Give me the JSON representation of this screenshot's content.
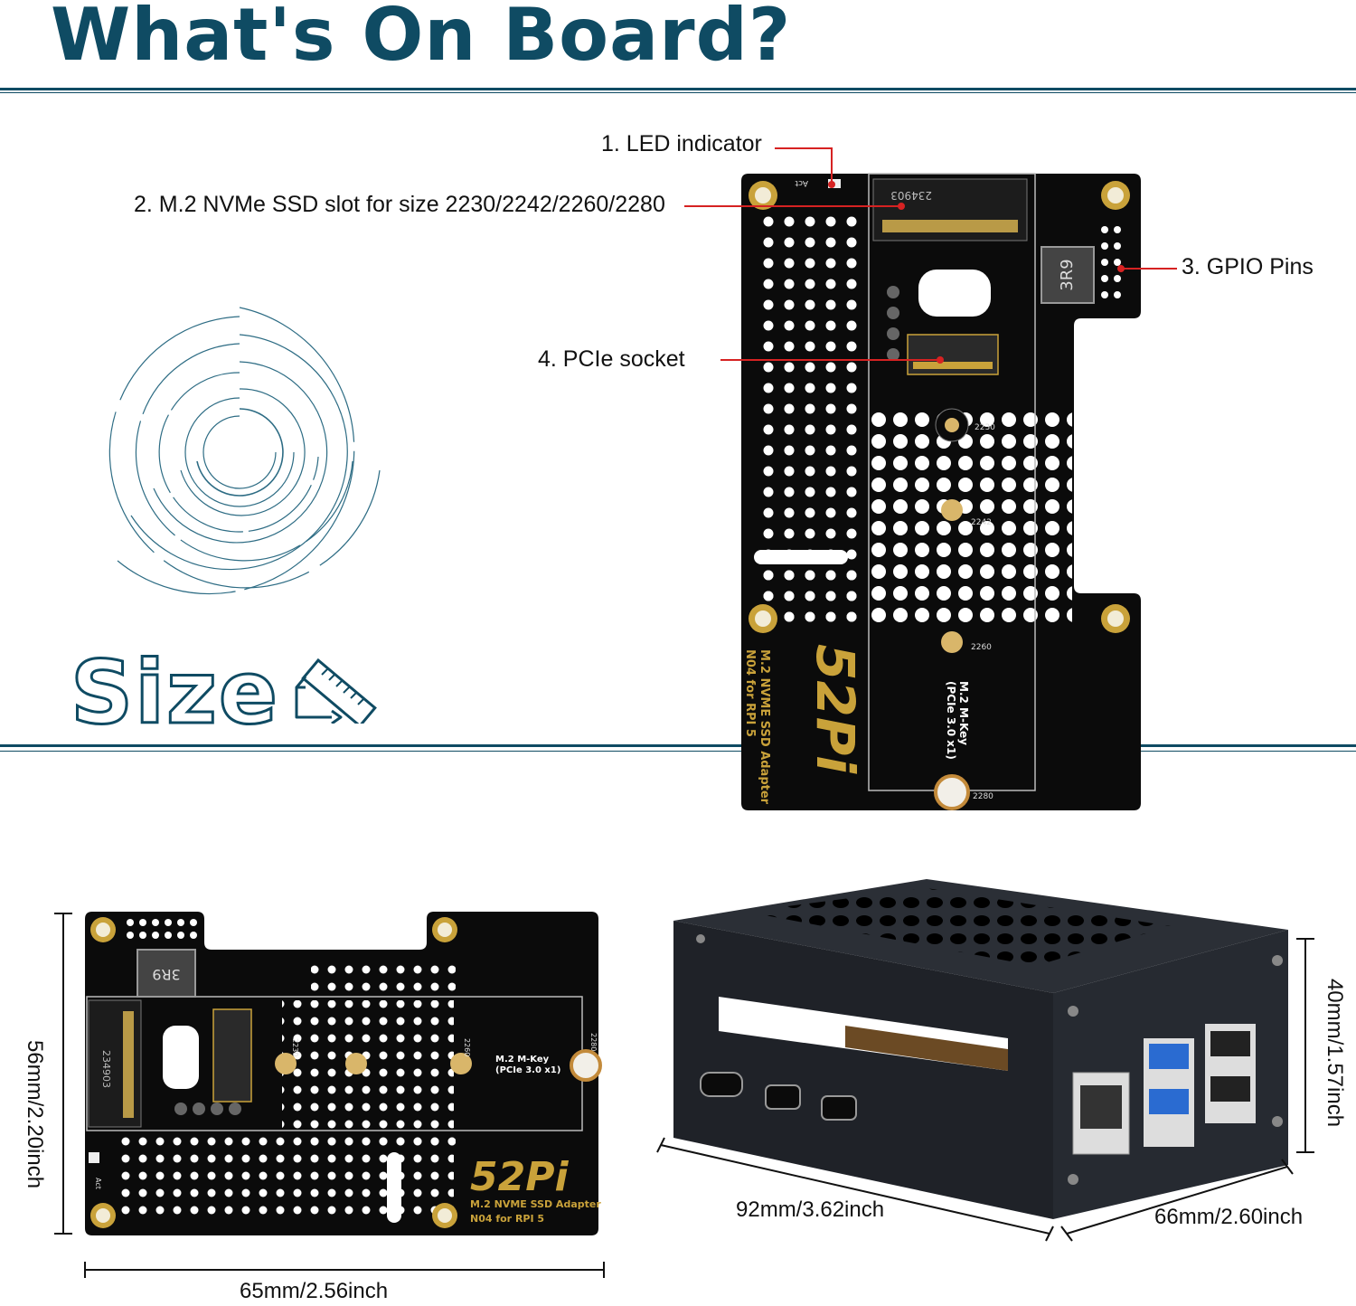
{
  "header": {
    "title": "What's On Board?"
  },
  "callouts": [
    {
      "id": 1,
      "label": "1. LED indicator"
    },
    {
      "id": 2,
      "label": "2. M.2 NVMe SSD slot for size 2230/2242/2260/2280"
    },
    {
      "id": 3,
      "label": "3. GPIO Pins"
    },
    {
      "id": 4,
      "label": "4. PCIe socket"
    }
  ],
  "size_section": {
    "heading": "Size"
  },
  "board_silkscreen": {
    "brand": "52Pi",
    "product_line1": "M.2 NVME SSD Adapter",
    "product_line2": "N04 for RPI 5",
    "key_line1": "M.2 M-Key",
    "key_line2": "(PCIe 3.0 x1)",
    "inductor": "3R9",
    "slot_code": "234903",
    "act": "Act",
    "hole_labels": [
      "2230",
      "2242",
      "2260",
      "2280"
    ]
  },
  "dimensions": {
    "board_width": "65mm/2.56inch",
    "board_height": "56mm/2.20inch",
    "case_length": "92mm/3.62inch",
    "case_width": "66mm/2.60inch",
    "case_height": "40mm/1.57inch"
  },
  "colors": {
    "accent": "#0f4b63",
    "leader": "#d62222",
    "pcb": "#0b0b0b",
    "gold": "#c9a23a"
  }
}
